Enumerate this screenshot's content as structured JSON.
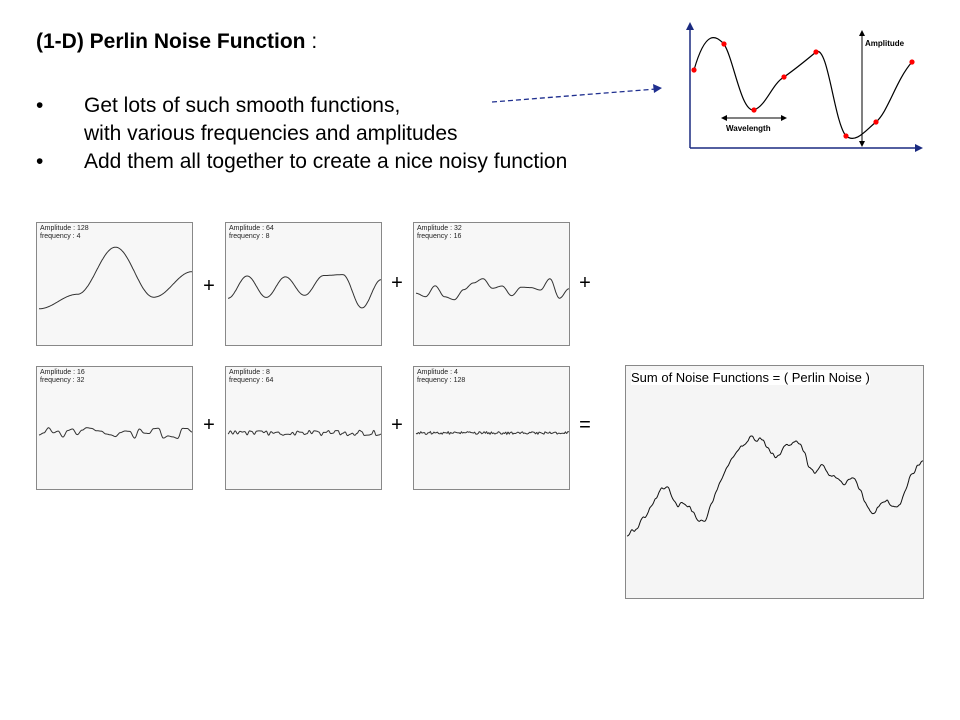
{
  "title": {
    "bold": "(1-D) Perlin Noise Function",
    "rest": " :"
  },
  "bullets": [
    {
      "line1": "Get lots of such smooth functions,",
      "line2": "with various frequencies and amplitudes"
    },
    {
      "line1": "Add them all together to create a nice noisy function"
    }
  ],
  "reference_diagram": {
    "amplitude_label": "Amplitude",
    "wavelength_label": "Wavelength",
    "point_color": "#ff0000",
    "arrow_color": "#1f2f8f"
  },
  "octaves": [
    {
      "amplitude_text": "Amplitude : 128",
      "frequency_text": "frequency : 4",
      "amplitude": 128,
      "frequency": 4
    },
    {
      "amplitude_text": "Amplitude : 64",
      "frequency_text": "frequency : 8",
      "amplitude": 64,
      "frequency": 8
    },
    {
      "amplitude_text": "Amplitude : 32",
      "frequency_text": "frequency : 16",
      "amplitude": 32,
      "frequency": 16
    },
    {
      "amplitude_text": "Amplitude : 16",
      "frequency_text": "frequency : 32",
      "amplitude": 16,
      "frequency": 32
    },
    {
      "amplitude_text": "Amplitude : 8",
      "frequency_text": "frequency : 64",
      "amplitude": 8,
      "frequency": 64
    },
    {
      "amplitude_text": "Amplitude : 4",
      "frequency_text": "frequency : 128",
      "amplitude": 4,
      "frequency": 128
    }
  ],
  "operators": [
    "+",
    "+",
    "+",
    "+",
    "+",
    "="
  ],
  "sum_panel": {
    "title": "Sum of Noise Functions  = ( Perlin Noise )"
  }
}
